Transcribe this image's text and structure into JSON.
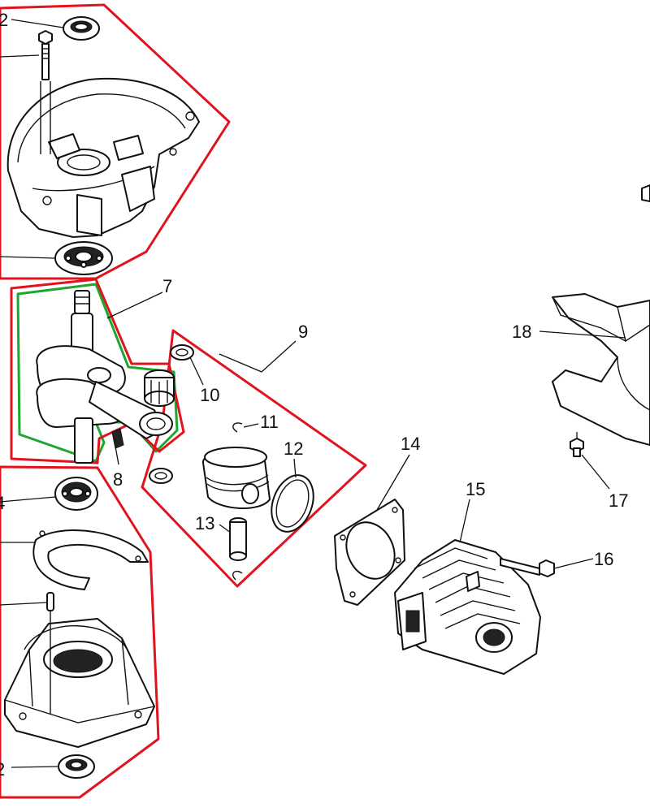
{
  "outline_colors": {
    "group_red": "#e0141e",
    "group_green": "#19a82d"
  },
  "callouts": [
    {
      "key": "2",
      "label": "2"
    },
    {
      "key": "4",
      "label": "4"
    },
    {
      "key": "7",
      "label": "7"
    },
    {
      "key": "8",
      "label": "8"
    },
    {
      "key": "9",
      "label": "9"
    },
    {
      "key": "10",
      "label": "10"
    },
    {
      "key": "11",
      "label": "11"
    },
    {
      "key": "12",
      "label": "12"
    },
    {
      "key": "13",
      "label": "13"
    },
    {
      "key": "14",
      "label": "14"
    },
    {
      "key": "15",
      "label": "15"
    },
    {
      "key": "16",
      "label": "16"
    },
    {
      "key": "17",
      "label": "17"
    },
    {
      "key": "18",
      "label": "18"
    }
  ]
}
